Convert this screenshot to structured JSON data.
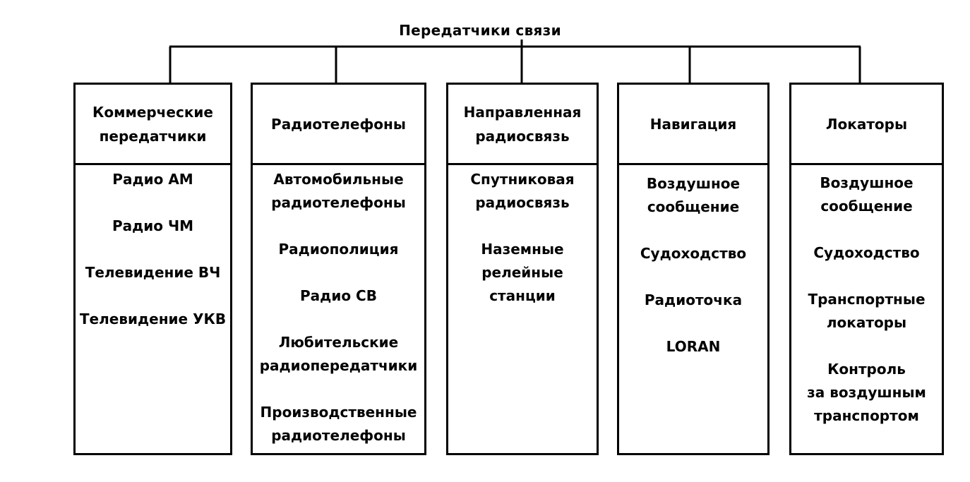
{
  "root": {
    "label": "Передатчики связи"
  },
  "categories": [
    {
      "title": "Коммерческие\nпередатчики",
      "items": [
        "Радио АМ",
        "Радио ЧМ",
        "Телевидение ВЧ",
        "Телевидение УКВ"
      ]
    },
    {
      "title": "Радиотелефоны",
      "items": [
        "Автомобильные\nрадиотелефоны",
        "Радиополиция",
        "Радио СВ",
        "Любительские\nрадиопередатчики",
        "Производственные\nрадиотелефоны"
      ]
    },
    {
      "title": "Направленная\nрадиосвязь",
      "items": [
        "Спутниковая\nрадиосвязь",
        "Наземные\nрелейные\nстанции"
      ]
    },
    {
      "title": "Навигация",
      "items": [
        "Воздушное\nсообщение",
        "Судоходство",
        "Радиоточка",
        "LORAN"
      ]
    },
    {
      "title": "Локаторы",
      "items": [
        "Воздушное\nсообщение",
        "Судоходство",
        "Транспортные\nлокаторы",
        "Контроль\nза воздушным\nтранспортом"
      ]
    }
  ]
}
